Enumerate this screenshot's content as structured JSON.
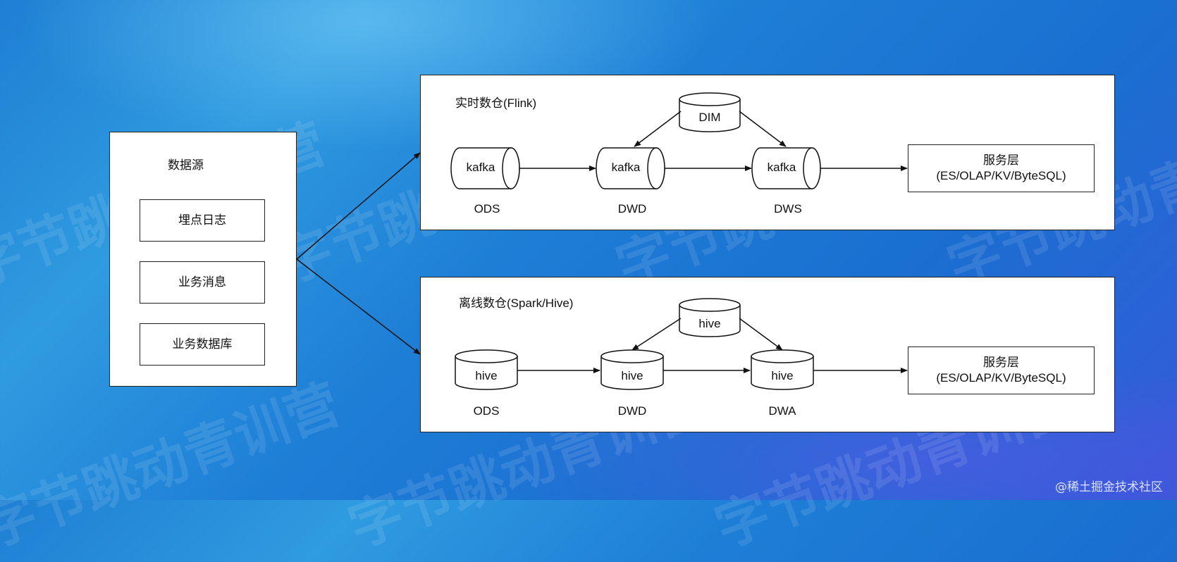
{
  "source_panel": {
    "title": "数据源",
    "items": [
      "埋点日志",
      "业务消息",
      "业务数据库"
    ]
  },
  "realtime": {
    "title": "实时数仓(Flink)",
    "dim_label": "DIM",
    "cylinder_label": "kafka",
    "layers": [
      "ODS",
      "DWD",
      "DWS"
    ],
    "service_line1": "服务层",
    "service_line2": "(ES/OLAP/KV/ByteSQL)"
  },
  "offline": {
    "title": "离线数仓(Spark/Hive)",
    "dim_label": "hive",
    "cylinder_label": "hive",
    "layers": [
      "ODS",
      "DWD",
      "DWA"
    ],
    "service_line1": "服务层",
    "service_line2": "(ES/OLAP/KV/ByteSQL)"
  },
  "watermark_text": "字节跳动青训营",
  "footer": "@稀土掘金技术社区",
  "colors": {
    "line": "#111111",
    "panel": "#ffffff"
  }
}
